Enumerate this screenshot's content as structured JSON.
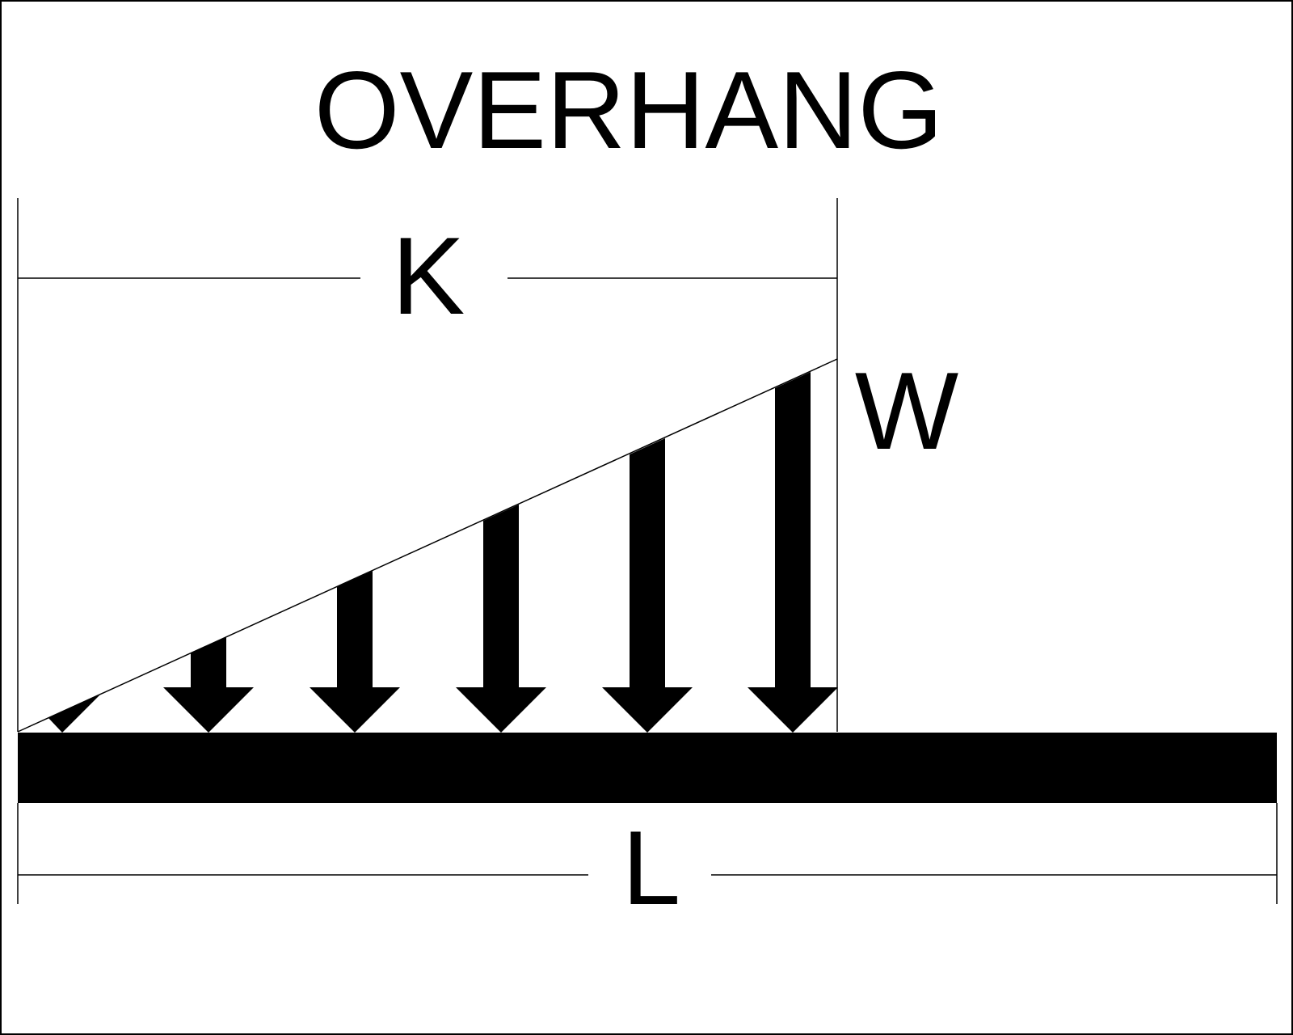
{
  "diagram": {
    "title": "OVERHANG",
    "labels": {
      "load_span": "K",
      "load_intensity": "W",
      "beam_length": "L"
    },
    "colors": {
      "ink": "#000000",
      "paper": "#ffffff"
    }
  }
}
